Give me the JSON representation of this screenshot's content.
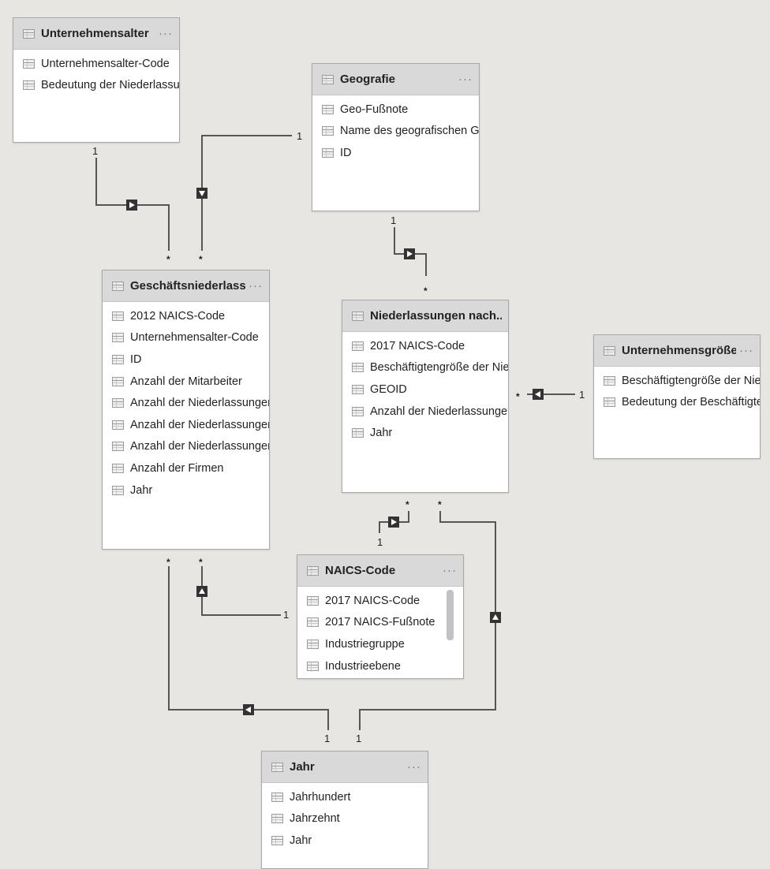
{
  "tables": {
    "unternehmensalter": {
      "title": "Unternehmensalter",
      "menu": "···",
      "fields": [
        "Unternehmensalter-Code",
        "Bedeutung der Niederlassung"
      ]
    },
    "geografie": {
      "title": "Geografie",
      "menu": "···",
      "fields": [
        "Geo-Fußnote",
        "Name des geografischen Gebiets",
        "ID"
      ]
    },
    "geschaeftsniederlassungen": {
      "title": "Geschäftsniederlass...",
      "menu": "···",
      "fields": [
        "2012 NAICS-Code",
        "Unternehmensalter-Code",
        "ID",
        "Anzahl der Mitarbeiter",
        "Anzahl der Niederlassungen",
        "Anzahl der Niederlassungen",
        "Anzahl der Niederlassungen",
        "Anzahl der Firmen",
        "Jahr"
      ]
    },
    "niederlassungen_nach": {
      "title": "Niederlassungen nach...",
      "menu": "···",
      "fields": [
        "2017 NAICS-Code",
        "Beschäftigtengröße der Niederl.",
        "GEOID",
        "Anzahl der Niederlassungen",
        "Jahr"
      ]
    },
    "unternehmensgroesse": {
      "title": "Unternehmensgröße",
      "menu": "···",
      "fields": [
        "Beschäftigtengröße der Nied",
        "Bedeutung der Beschäftigte"
      ]
    },
    "naics_code": {
      "title": "NAICS-Code",
      "menu": "···",
      "fields": [
        "2017 NAICS-Code",
        "2017 NAICS-Fußnote",
        "Industriegruppe",
        "Industrieebene"
      ]
    },
    "jahr": {
      "title": "Jahr",
      "menu": "···",
      "fields": [
        "Jahrhundert",
        "Jahrzehnt",
        "Jahr"
      ]
    }
  },
  "relationship_labels": {
    "one": "1",
    "many": "*"
  },
  "colors": {
    "background": "#e8e6e3",
    "card_header": "#d9d9d9",
    "line": "#4d4d4d"
  }
}
